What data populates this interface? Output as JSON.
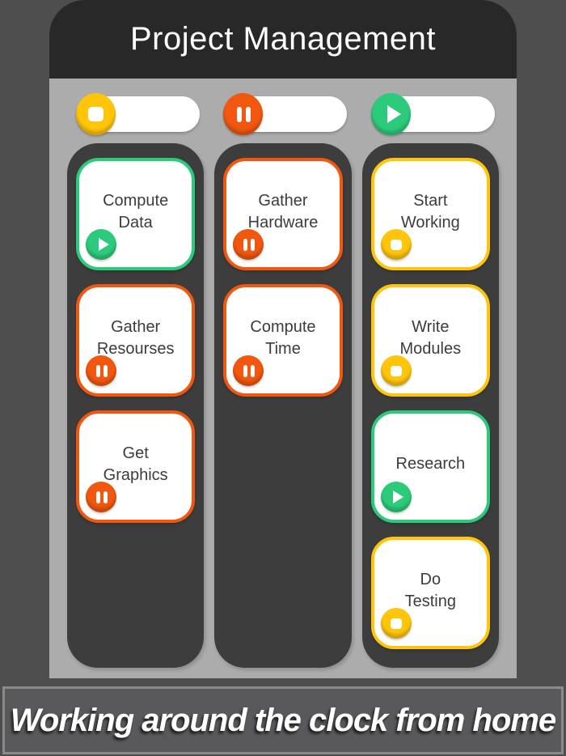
{
  "header": {
    "title": "Project Management"
  },
  "banner": {
    "text": "Working around the clock from home"
  },
  "colors": {
    "yellow": "#FEC50B",
    "orange": "#F1570F",
    "green": "#2BCB7B",
    "outer_bg": "#4E4E4E",
    "board_bg": "#ACACAC",
    "header_bg": "#282828",
    "column_bg": "#3D3D3D",
    "banner_bg": "#59595B"
  },
  "legend": {
    "stop_icon": "stop-icon",
    "pause_icon": "pause-icon",
    "play_icon": "play-icon"
  },
  "columns": [
    {
      "name": "stopped-column",
      "status": "stop",
      "cards": [
        {
          "title": "Compute\nData",
          "status": "play"
        },
        {
          "title": "Gather\nResourses",
          "status": "pause"
        },
        {
          "title": "Get\nGraphics",
          "status": "pause"
        }
      ]
    },
    {
      "name": "paused-column",
      "status": "pause",
      "cards": [
        {
          "title": "Gather\nHardware",
          "status": "pause"
        },
        {
          "title": "Compute\nTime",
          "status": "pause"
        }
      ]
    },
    {
      "name": "running-column",
      "status": "play",
      "cards": [
        {
          "title": "Start\nWorking",
          "status": "stop"
        },
        {
          "title": "Write\nModules",
          "status": "stop"
        },
        {
          "title": "Research",
          "status": "play"
        },
        {
          "title": "Do\nTesting",
          "status": "stop"
        }
      ]
    }
  ]
}
